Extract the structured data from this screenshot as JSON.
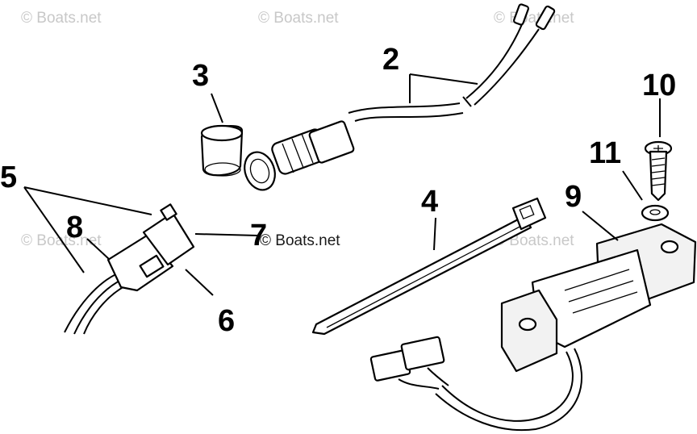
{
  "watermark": "© Boats.net",
  "callouts": [
    "2",
    "3",
    "4",
    "5",
    "6",
    "7",
    "8",
    "9",
    "10",
    "11"
  ],
  "colors": {
    "line": "#000000",
    "watermark": "#c8c8c8",
    "background": "#ffffff"
  }
}
